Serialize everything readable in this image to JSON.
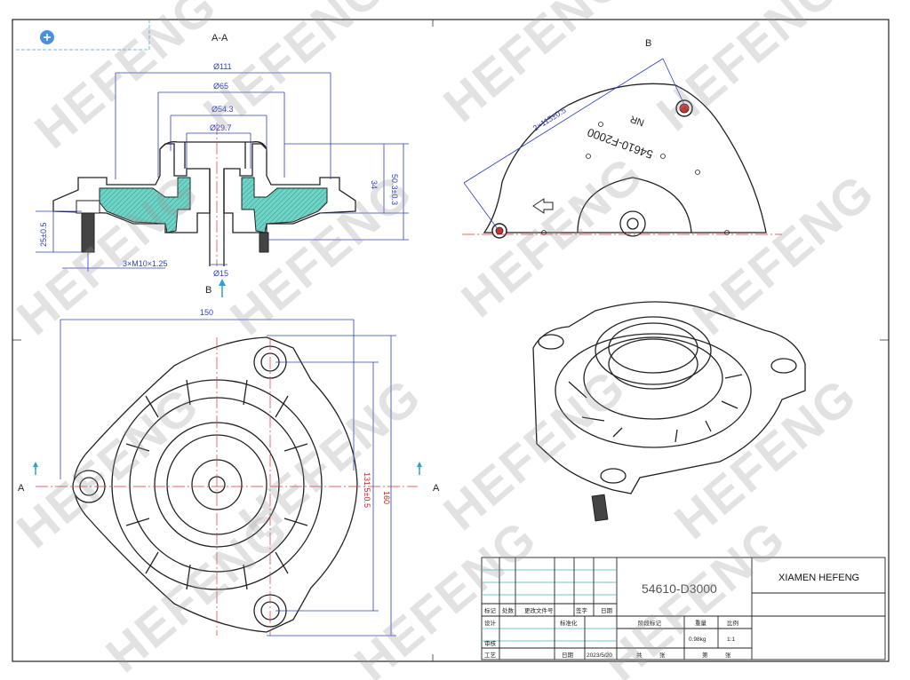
{
  "drawing": {
    "section_label": "A-A",
    "view_b_label": "B",
    "view_b_arrow_label": "B",
    "view_a_left": "A",
    "view_a_right": "A",
    "part_marking": "54610-F2000",
    "part_marking_sub": "NR"
  },
  "dimensions": {
    "d111": "Ø111",
    "d65": "Ø65",
    "d54_3": "Ø54.3",
    "d29_7": "Ø29.7",
    "d15": "Ø15",
    "h34": "34",
    "h50_3": "50.3±0.3",
    "h25": "25±0.5",
    "thread": "3×M10×1.25",
    "w150": "150",
    "h160": "160",
    "h131_5": "131.5±0.5",
    "slope": "2×115±0.5"
  },
  "title_block": {
    "part_number": "54610-D3000",
    "company": "XIAMEN HEFENG",
    "mass": "0.98kg",
    "scale": "1:1",
    "date": "2023/5/20",
    "labels": {
      "mark": "标记",
      "count": "处数",
      "change_doc": "更改文件号",
      "sign": "签字",
      "date_hdr": "日期",
      "design": "设计",
      "std": "标准化",
      "stage_mark": "阶段标记",
      "weight": "重量",
      "ratio": "比例",
      "review": "审核",
      "process": "工艺",
      "date_lbl": "日期",
      "total": "共",
      "sheet": "张",
      "page": "第",
      "sheet2": "张"
    }
  },
  "watermark": {
    "text": "HEFENG"
  },
  "ui": {
    "add_icon": "plus-circle-icon"
  }
}
